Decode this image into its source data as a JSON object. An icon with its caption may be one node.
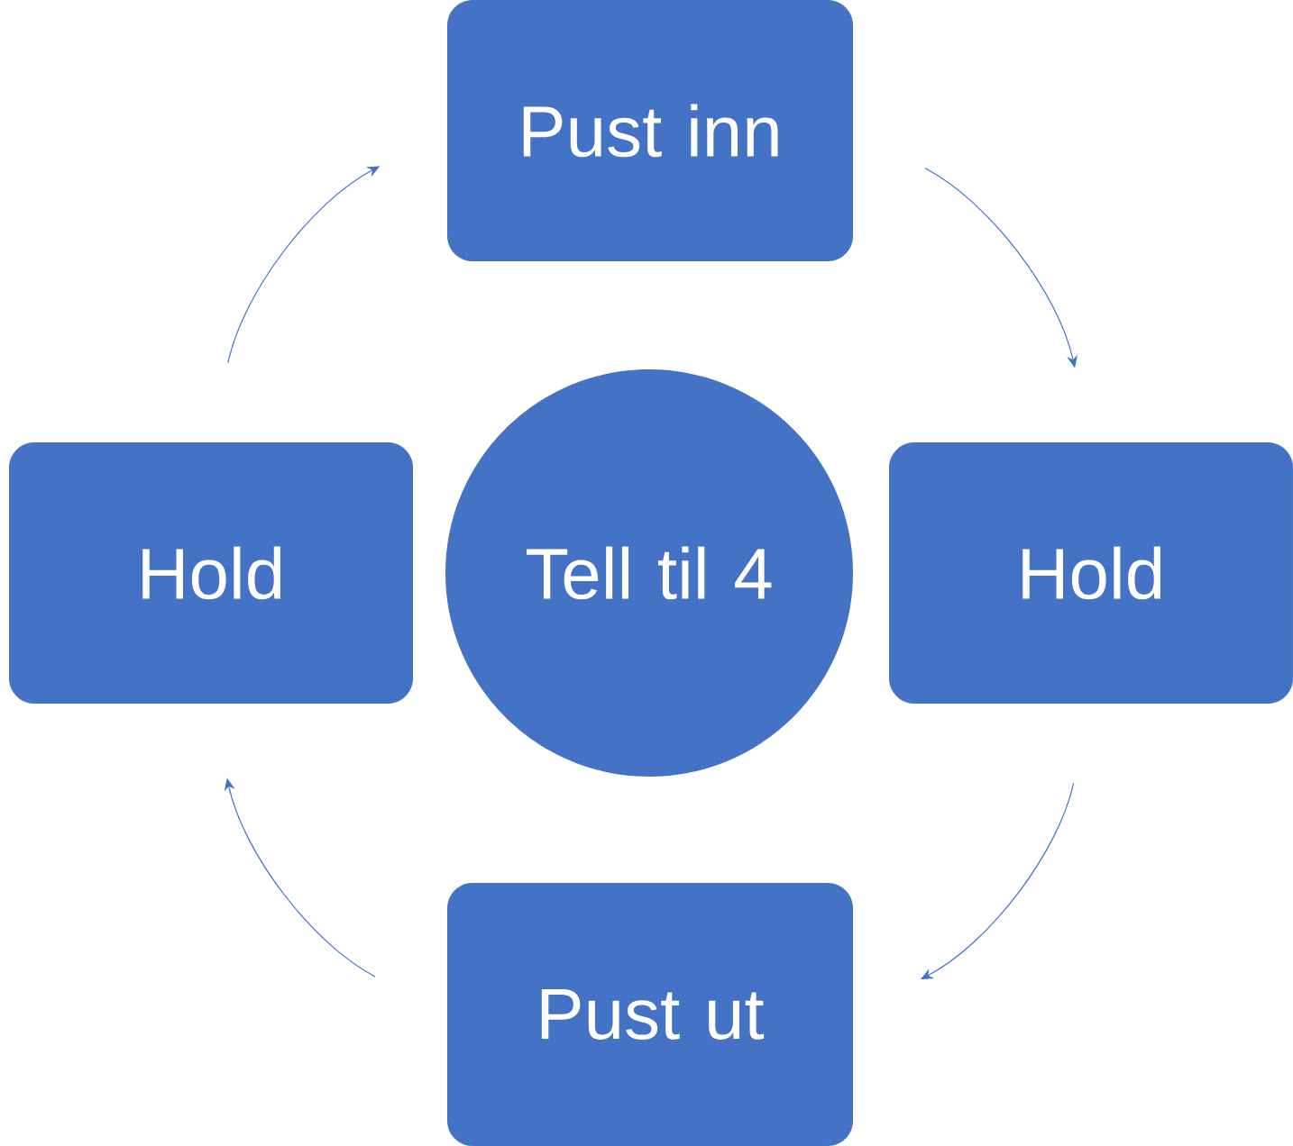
{
  "diagram": {
    "nodes": [
      {
        "text": [
          "Pust inn"
        ]
      },
      {
        "text": [
          "Hold"
        ]
      },
      {
        "text": [
          "Pust ut"
        ]
      },
      {
        "text": [
          "Hold"
        ]
      },
      {
        "text": [
          "Tell til 4"
        ]
      }
    ],
    "edges": [
      {
        "from": 0,
        "to": 1,
        "arrow": "to"
      },
      {
        "from": 1,
        "to": 2,
        "arrow": "to"
      },
      {
        "from": 2,
        "to": 3,
        "arrow": "to"
      },
      {
        "from": 3,
        "to": 0,
        "arrow": "to"
      }
    ]
  }
}
